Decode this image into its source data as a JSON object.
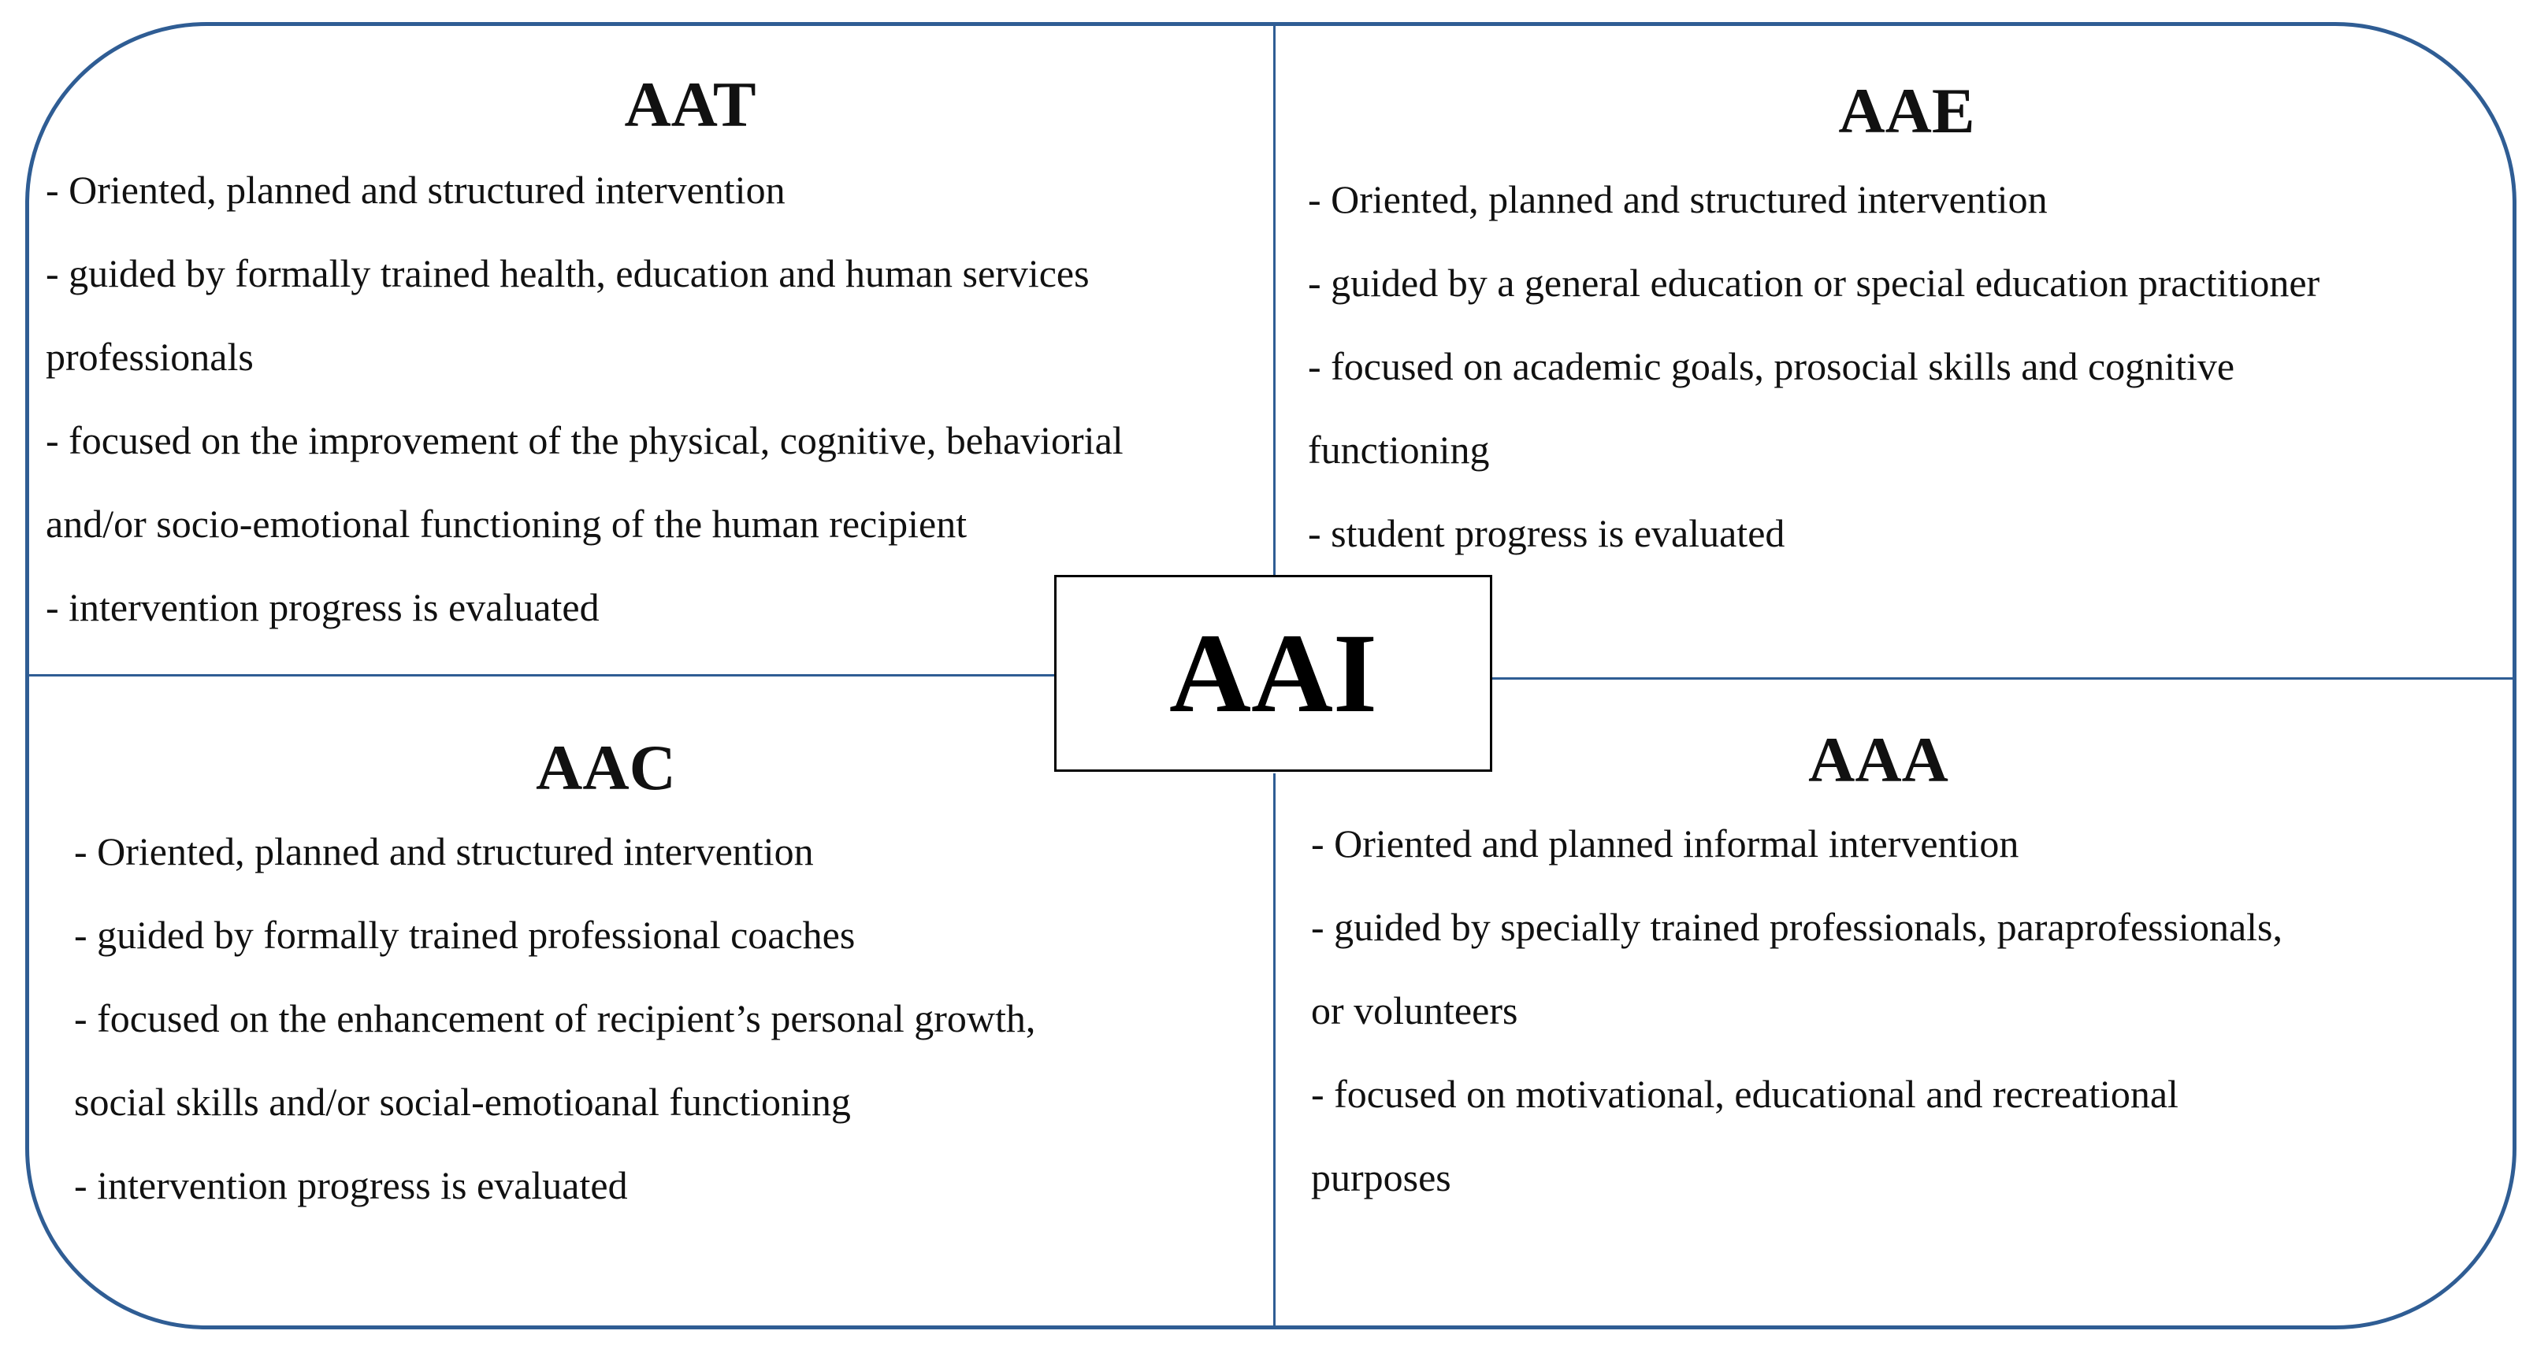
{
  "center": {
    "label": "AAI"
  },
  "quadrants": {
    "aat": {
      "title": "AAT",
      "lines": [
        "- Oriented, planned and structured intervention",
        "- guided by formally trained health, education and human services",
        "professionals",
        "- focused on the improvement of the physical, cognitive, behaviorial",
        "and/or socio-emotional functioning of the human recipient",
        "- intervention progress is evaluated"
      ]
    },
    "aae": {
      "title": "AAE",
      "lines": [
        "- Oriented, planned and structured intervention",
        "- guided by a general education or special education practitioner",
        "- focused on academic goals, prosocial skills and cognitive",
        "functioning",
        "- student progress is evaluated"
      ]
    },
    "aac": {
      "title": "AAC",
      "lines": [
        "- Oriented, planned and structured intervention",
        "- guided by formally trained professional coaches",
        "- focused on the enhancement of recipient’s personal growth,",
        "social skills and/or social-emotioanal functioning",
        "- intervention progress is evaluated"
      ]
    },
    "aaa": {
      "title": "AAA",
      "lines": [
        "- Oriented and planned informal intervention",
        "- guided by specially trained professionals, paraprofessionals,",
        "or volunteers",
        "- focused on motivational, educational and recreational",
        "purposes"
      ]
    }
  },
  "colors": {
    "frame": "#2f5d94",
    "text": "#111111",
    "center_border": "#000000"
  }
}
